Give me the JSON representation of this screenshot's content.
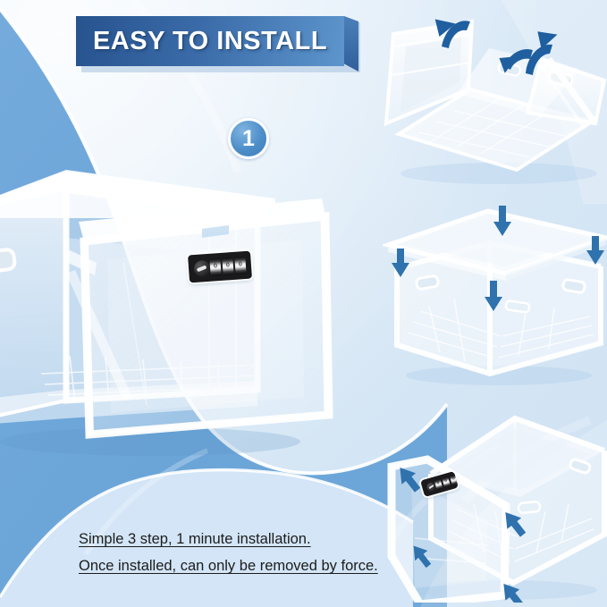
{
  "page": {
    "title": "EASY TO INSTALL infographic",
    "background_color": "#d9e9f7",
    "wave_color": "#6ba5d8",
    "accent_dark": "#27538e",
    "accent_light": "#5d95cc",
    "arrow_color": "#1f5fa0"
  },
  "banner": {
    "title": "EASY TO INSTALL"
  },
  "step_badge": {
    "number": "1"
  },
  "captions": {
    "line1": "Simple 3 step, 1 minute installation.",
    "line2": "Once installed, can only be removed by force."
  },
  "lock": {
    "digits": [
      "0",
      "0",
      "0"
    ],
    "knob_label": "dial-knob"
  },
  "product": {
    "main": "clear folding storage box, door open, combination lock mounted",
    "step_a": "flat-packed box being unfolded, curved arrows",
    "step_b": "lid pressed down onto assembled box, down arrows",
    "step_c": "locking door panel pushed onto box front, in arrows"
  }
}
